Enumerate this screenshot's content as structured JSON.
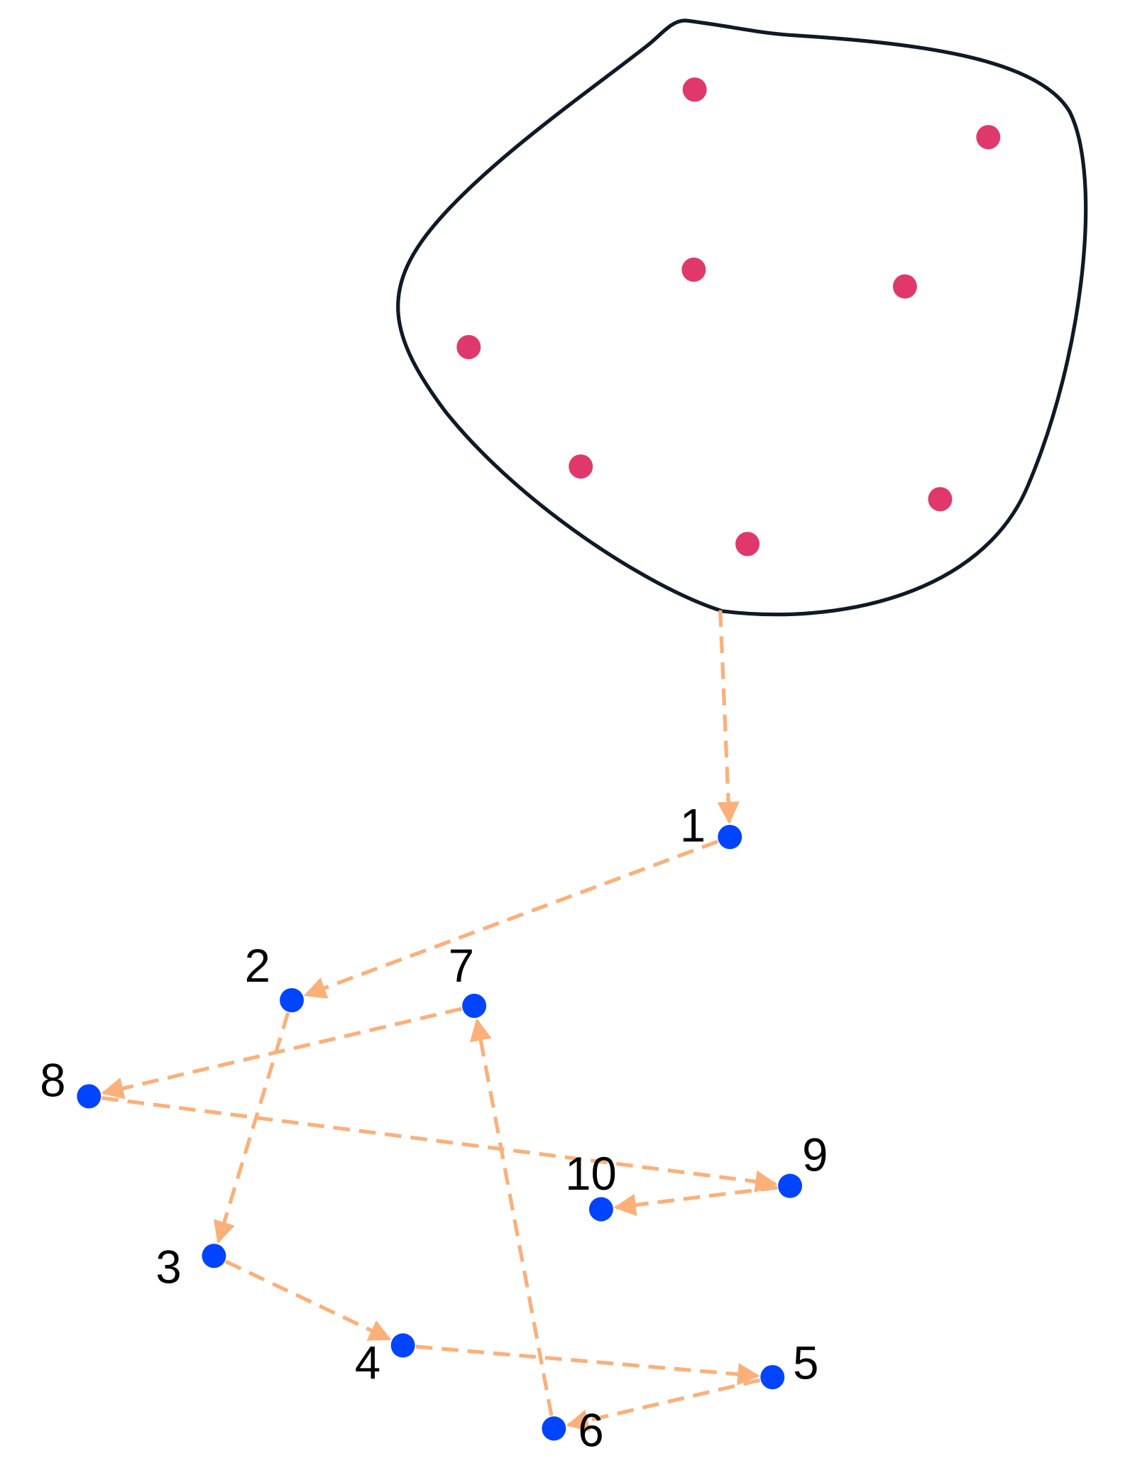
{
  "diagram": {
    "colors": {
      "outline": "#0f1a26",
      "cluster_point": "#e0386b",
      "sequence_point": "#0044ff",
      "arrow": "#fbb07a"
    },
    "sequence_labels": [
      "1",
      "2",
      "3",
      "4",
      "5",
      "6",
      "7",
      "8",
      "9",
      "10"
    ],
    "cluster_point_count": 8
  }
}
